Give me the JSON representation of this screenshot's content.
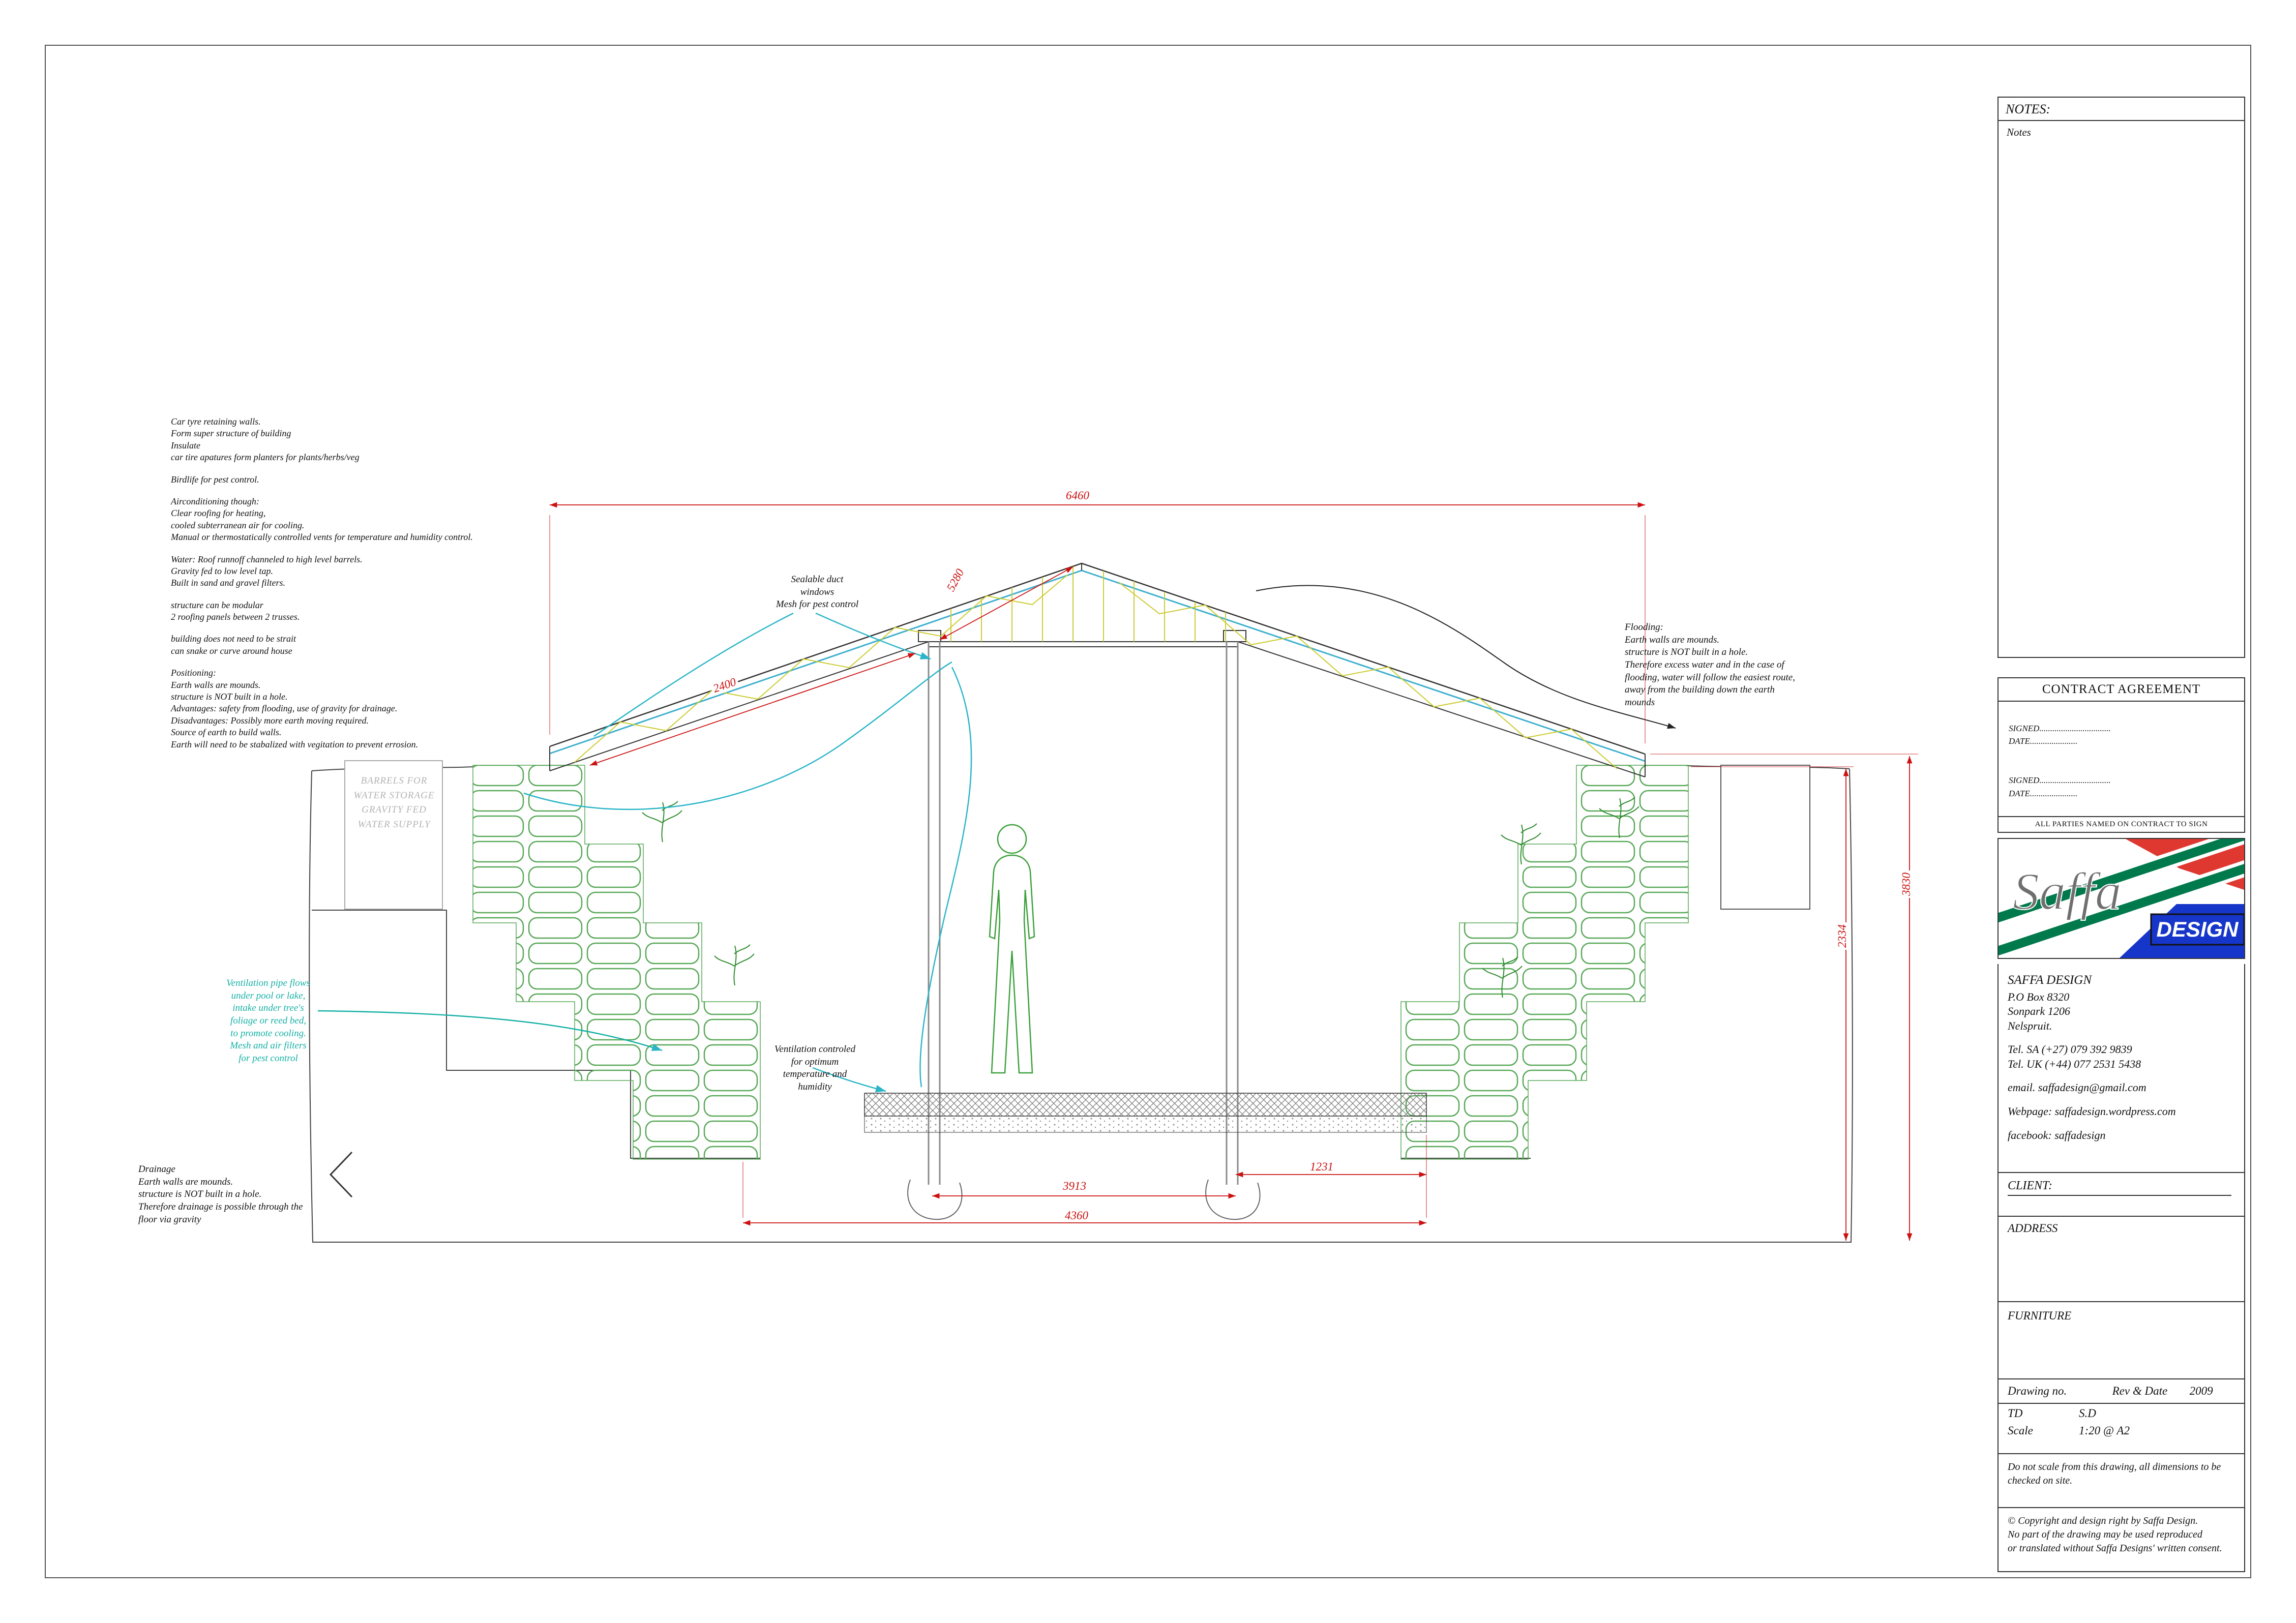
{
  "annotations": {
    "car_tyre": "Car tyre retaining walls.\nForm super structure of building\nInsulate\ncar tire apatures form planters for plants/herbs/veg",
    "birdlife": "Birdlife for pest control.",
    "aircon": "Airconditioning though:\nClear roofing for heating,\ncooled subterranean air for cooling.\nManual or thermostatically controlled vents for temperature and humidity control.",
    "water": "Water: Roof runnoff channeled to high level barrels.\nGravity fed to low level tap.\nBuilt in sand and gravel filters.",
    "modular": "structure can be modular\n2 roofing panels between 2 trusses.",
    "strait": "building does not need to be strait\ncan snake or curve around house",
    "positioning": "Positioning:\nEarth walls are mounds.\nstructure is NOT built in a hole.\nAdvantages: safety from flooding, use of gravity for drainage.\nDisadvantages: Possibly more earth moving required.\nSource of earth to build walls.\nEarth will need to be stabalized with vegitation to prevent errosion.",
    "sealable_duct": "Sealable duct\nwindows\nMesh for pest control",
    "flooding": "Flooding:\nEarth walls are mounds.\nstructure is NOT built in a hole.\nTherefore excess water and in the case of\nflooding, water will follow the easiest route,\naway from the building down the earth\nmounds",
    "vent_pipe": "Ventilation pipe flows\nunder pool or lake,\nintake under tree's\nfoliage or reed bed,\nto promote cooling.\nMesh and air filters\nfor pest control",
    "vent_control": "Ventilation controled\nfor optimum\ntemperature and\nhumidity",
    "drainage": "Drainage\nEarth walls are mounds.\nstructure is NOT built in a hole.\nTherefore drainage is possible through the\nfloor via gravity",
    "barrels": "BARRELS FOR\nWATER STORAGE\nGRAVITY FED\nWATER SUPPLY"
  },
  "dimensions": {
    "top_width": "6460",
    "roof_slope": "2400",
    "apex_slope": "5280",
    "between_posts": "3913",
    "floor_width": "4360",
    "right_bay": "1231",
    "wall_height": "2334",
    "overall_height": "3830"
  },
  "titleblock": {
    "notes_header": "NOTES:",
    "notes_value": "Notes",
    "contract_title": "CONTRACT AGREEMENT",
    "signed_label": "SIGNED.................................",
    "date_label": "DATE......................",
    "contract_footer": "ALL PARTIES NAMED ON CONTRACT TO SIGN",
    "logo_script": "Saffa",
    "logo_design": "DESIGN",
    "company": "SAFFA DESIGN",
    "address_lines": "P.O Box 8320\nSonpark 1206\nNelspruit.",
    "tel_lines": "Tel. SA  (+27) 079 392 9839\nTel. UK (+44) 077 2531 5438",
    "email": "email. saffadesign@gmail.com",
    "webpage": "Webpage: saffadesign.wordpress.com",
    "facebook": "facebook: saffadesign",
    "client_label": "CLIENT:",
    "address_label": "ADDRESS",
    "furniture_label": "FURNITURE",
    "drawing_no_label": "Drawing no.",
    "rev_date_label": "Rev & Date",
    "rev_date_value": "2009",
    "td_label": "TD",
    "td_value": "S.D",
    "scale_label": "Scale",
    "scale_value": "1:20 @ A2",
    "no_scale_note": "Do not scale from this drawing, all dimensions to be\nchecked on site.",
    "copyright": "© Copyright and design right by Saffa Design.\nNo part of the drawing may be used reproduced\nor translated without Saffa Designs' written consent."
  },
  "colors": {
    "dimension_red": "#cc1111",
    "tyre_green": "#58a858",
    "plant_green": "#2e8b2e",
    "airflow_cyan": "#2ab5c8",
    "truss_yellow": "#cccc33",
    "flag_green": "#007a4d",
    "flag_red": "#de3831",
    "flag_blue": "#1636c9"
  }
}
